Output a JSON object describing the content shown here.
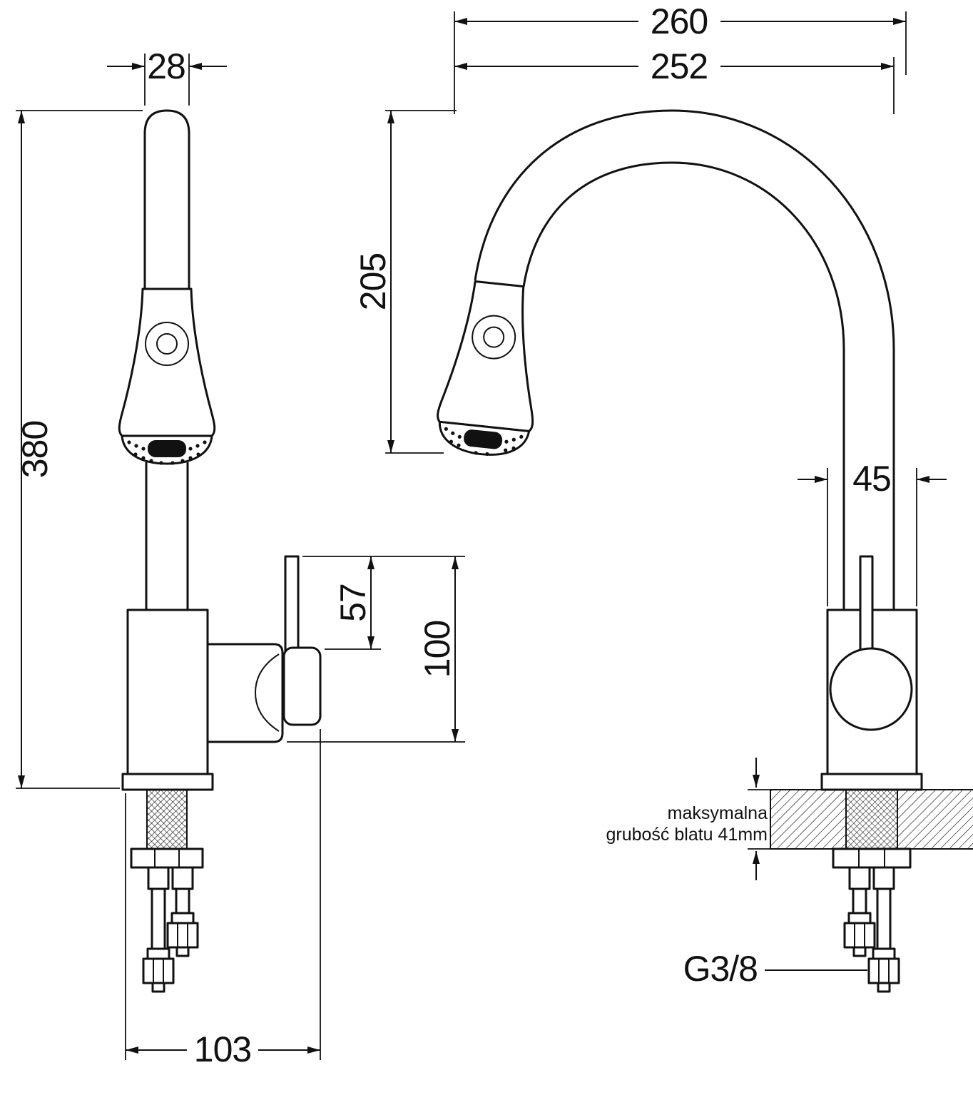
{
  "drawing": {
    "dim_spout_width": "28",
    "dim_total_height": "380",
    "dim_lever_height": "57",
    "dim_handle_height": "100",
    "dim_base_depth": "103",
    "dim_reach_outer": "260",
    "dim_reach_inner": "252",
    "dim_spout_height": "205",
    "dim_body_width": "45",
    "thread_label": "G3/8",
    "counter_note_line1": "maksymalna",
    "counter_note_line2": "grubość blatu 41mm",
    "line_color": "#111111",
    "background_color": "#ffffff"
  }
}
